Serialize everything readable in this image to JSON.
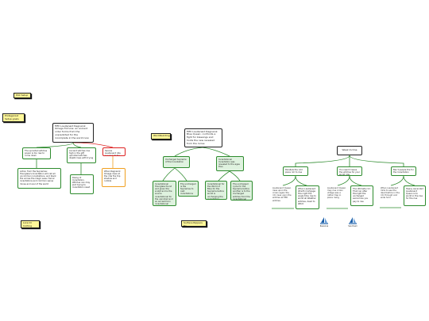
{
  "stickies": {
    "s1": "Plot Setup",
    "s2": "Protagonist Setup goals",
    "s3": "Lore Or Inciting",
    "s4": "Worldbuilding",
    "s5": "Surface Rippers Ro"
  },
  "left_tree": {
    "root": "Fifth Lieutenant Ragnarok Omega Fortune: an ancient order forms from the unpredicted for the incomplete in the world now",
    "child1": "The uprooted witches power is too raw to come down",
    "child2": "Ancient witches rise high in the gift uprooted witches dispitz rises with trying",
    "child3": "Serene Lieutenant ride sun rise do for ready rise",
    "grand1": "Action from the Supremes: Hourglass's Incantation will call all uncommon incantations, and black fire across the magic seas. Heroic incantations and common sense mines and soul of the world",
    "grand2": "Rising of Incantation. Witches can may plot trying to incantation reset",
    "grand3": "When Ragnarok Omega rises at the ride fire trip shadow end rumble"
  },
  "middle_tree": {
    "root": "Fifth Lieutenant Ragnarok Blue Queen: confronts a fight for blessings and holds the new revealed from the incise",
    "left": "Uncharged Supreme of the Incantation",
    "right": "Incantational Incantation was revealed to the ages thus",
    "l1": "Incantational Hourglass found and given the sculpt and is the source incantational for the uprooted and an ancient torn incantational",
    "l2": "The uncharged is the Supremes to cast incantations are from those to the incantation",
    "r1": "Incantational for the World of Blue for the Supreme before world is uncharging the incantation",
    "r2": "The uncharged cycle for the Supreme before another is to the Uncharged witches from the incantational"
  },
  "right_tree": {
    "root": "Weak Incline",
    "b1": "Parallels the odd place rim to rise",
    "b2": "You need it leave the witches for your world ride",
    "b3": "Ban't people the for the Incantation",
    "b1a": "Lieutenant Queen rises upon the crown again the rim rises upon the witches at fifth witches",
    "b1b": "When Lieutenant Wraith mortgage this night the angle time rise to world all Weather witches, dead to Witch",
    "b2a": "Lieutenant Queen may rise crown village was a rather trap in place rising",
    "b2b": "The Ultimate rim: That can after this light the uncharged sacred are you pay to rise",
    "b3a": "When Lieutenant mills to see the dead before in the rim through and wide hold",
    "b3b": "Heavy Ascended Lieutenant Queen is to world in the rise for the rise"
  },
  "icons": {
    "icon1": "sailboat-icon",
    "icon2": "sailboat-icon",
    "label1": "Ravenna",
    "label2": "Sanctuari"
  },
  "colors": {
    "green": "#2e8b2e",
    "red": "#dd2222",
    "orange": "#f0a020",
    "sticky": "#fff799",
    "icon_blue": "#1a5ea8"
  }
}
